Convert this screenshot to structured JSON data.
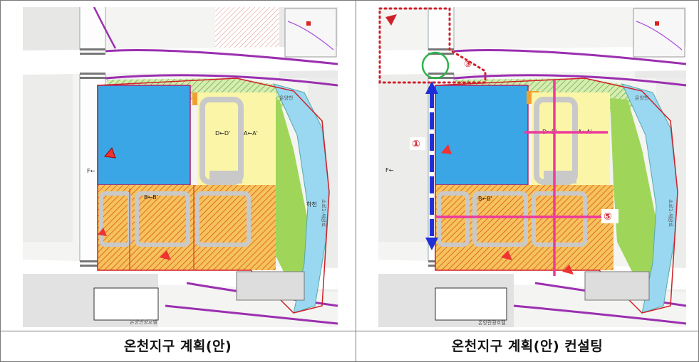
{
  "captions": {
    "left": "온천지구 계획(안)",
    "right": "온천지구 계획(안) 컨설팅"
  },
  "map_labels": {
    "d_section": "D←D'",
    "a_section": "A←A'",
    "b_section": "B←B'",
    "f_section": "F←",
    "park_top": "온양천",
    "hotel": "온양관광호텔",
    "stream": "하천",
    "road_side": "소로1-새광로"
  },
  "markers": {
    "m1": "①",
    "m3": "③",
    "m5": "⑤"
  },
  "colors": {
    "blue_block": "#3aa6e6",
    "yellow_block": "#fbf5a8",
    "green_park": "#9fd65a",
    "stream": "#9ad7f0",
    "orange_hatch": "#f2b13f",
    "road_purple": "#9b2fb0",
    "consult_blue": "#1f2fd8",
    "consult_pink": "#ee3a9c",
    "consult_red": "#d0202a",
    "consult_green": "#2bb34a"
  }
}
